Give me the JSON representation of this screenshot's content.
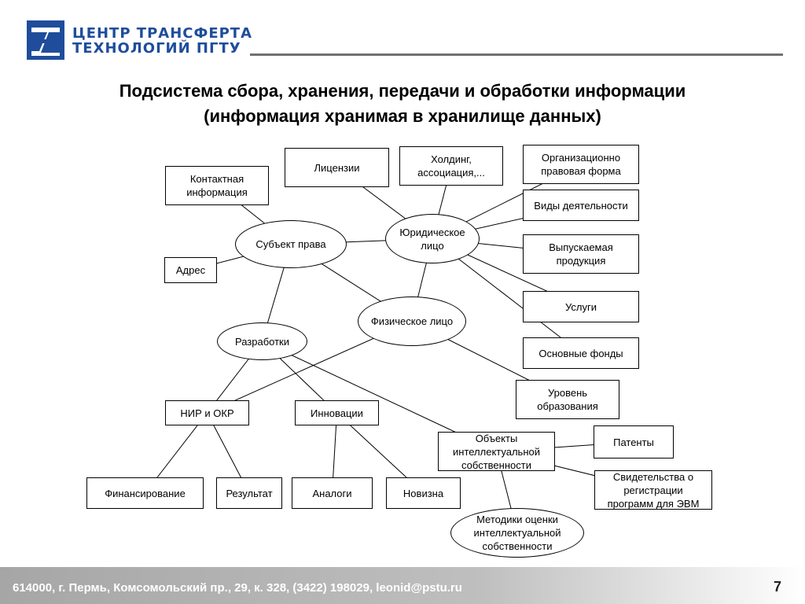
{
  "header": {
    "brand_line1": "ЦЕНТР ТРАНСФЕРТА",
    "brand_line2": "ТЕХНОЛОГИЙ  ПГТУ",
    "logo_color": "#1f4d9c"
  },
  "title": {
    "line1": "Подсистема сбора, хранения, передачи и обработки информации",
    "line2": "(информация хранимая в хранилище данных)"
  },
  "nodes": {
    "kontakt": "Контактная информация",
    "adres": "Адрес",
    "subjekt": "Субъект права",
    "licenzii": "Лицензии",
    "holding": "Холдинг, ассоциация,...",
    "yur": "Юридическое лицо",
    "org": "Организационно правовая форма",
    "vidy": "Виды деятельности",
    "vyp": "Выпускаемая продукция",
    "uslugi": "Услуги",
    "fondy": "Основные фонды",
    "fiz": "Физическое лицо",
    "uroven": "Уровень образования",
    "razrab": "Разработки",
    "nir": "НИР и ОКР",
    "innov": "Инновации",
    "obj": "Объекты интеллектуальной собственности",
    "patenty": "Патенты",
    "svid": "Свидетельства о регистрации программ для ЭВМ",
    "fin": "Финансирование",
    "result": "Результат",
    "analogi": "Аналоги",
    "novizna": "Новизна",
    "metod": "Методики оценки интеллектуальной собственности"
  },
  "edges": [
    [
      "subjekt",
      "kontakt"
    ],
    [
      "subjekt",
      "adres"
    ],
    [
      "subjekt",
      "yur"
    ],
    [
      "subjekt",
      "fiz"
    ],
    [
      "subjekt",
      "razrab"
    ],
    [
      "yur",
      "licenzii"
    ],
    [
      "yur",
      "holding"
    ],
    [
      "yur",
      "org"
    ],
    [
      "yur",
      "vidy"
    ],
    [
      "yur",
      "vyp"
    ],
    [
      "yur",
      "uslugi"
    ],
    [
      "yur",
      "fondy"
    ],
    [
      "yur",
      "fiz"
    ],
    [
      "fiz",
      "uroven"
    ],
    [
      "fiz",
      "nir"
    ],
    [
      "razrab",
      "nir"
    ],
    [
      "razrab",
      "innov"
    ],
    [
      "razrab",
      "obj"
    ],
    [
      "nir",
      "fin"
    ],
    [
      "nir",
      "result"
    ],
    [
      "innov",
      "analogi"
    ],
    [
      "innov",
      "novizna"
    ],
    [
      "obj",
      "patenty"
    ],
    [
      "obj",
      "svid"
    ],
    [
      "obj",
      "metod"
    ]
  ],
  "footer": {
    "address": "614000, г. Пермь, Комсомольский пр., 29, к. 328, (3422) 198029, leonid@pstu.ru",
    "page": "7"
  }
}
